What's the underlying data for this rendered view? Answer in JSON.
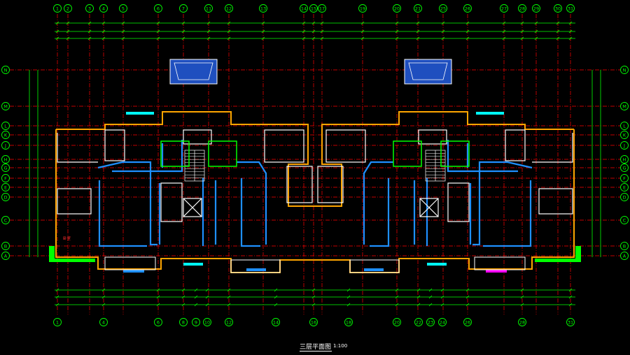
{
  "drawing": {
    "title": "三层平面图",
    "scale": "1:100"
  },
  "grid": {
    "top_axes": [
      "1",
      "2",
      "3",
      "4",
      "5",
      "6",
      "7",
      "11",
      "12",
      "13",
      "14",
      "15",
      "17",
      "19",
      "20",
      "21",
      "25",
      "26",
      "27",
      "28",
      "29",
      "30",
      "31"
    ],
    "bottom_axes": [
      "1",
      "4",
      "6",
      "8",
      "9",
      "10",
      "12",
      "14",
      "16",
      "18",
      "20",
      "22",
      "23",
      "24",
      "26",
      "28",
      "31"
    ],
    "row_axes": [
      "N",
      "M",
      "L",
      "K",
      "J",
      "H",
      "G",
      "F",
      "E",
      "D",
      "C",
      "B",
      "A"
    ]
  },
  "rooms": {
    "marked": "卧室"
  },
  "colors": {
    "background": "#000000",
    "axis_line": "#ff0000",
    "dim_line": "#00ff00",
    "wall_outer": "#ffa500",
    "wall_blue": "#1e90ff",
    "wall_white": "#ffffff",
    "window_cyan": "#00ffff",
    "balcony_green": "#00ff00",
    "roof_blue": "#1f4fbf",
    "label_magenta": "#ff00ff"
  }
}
